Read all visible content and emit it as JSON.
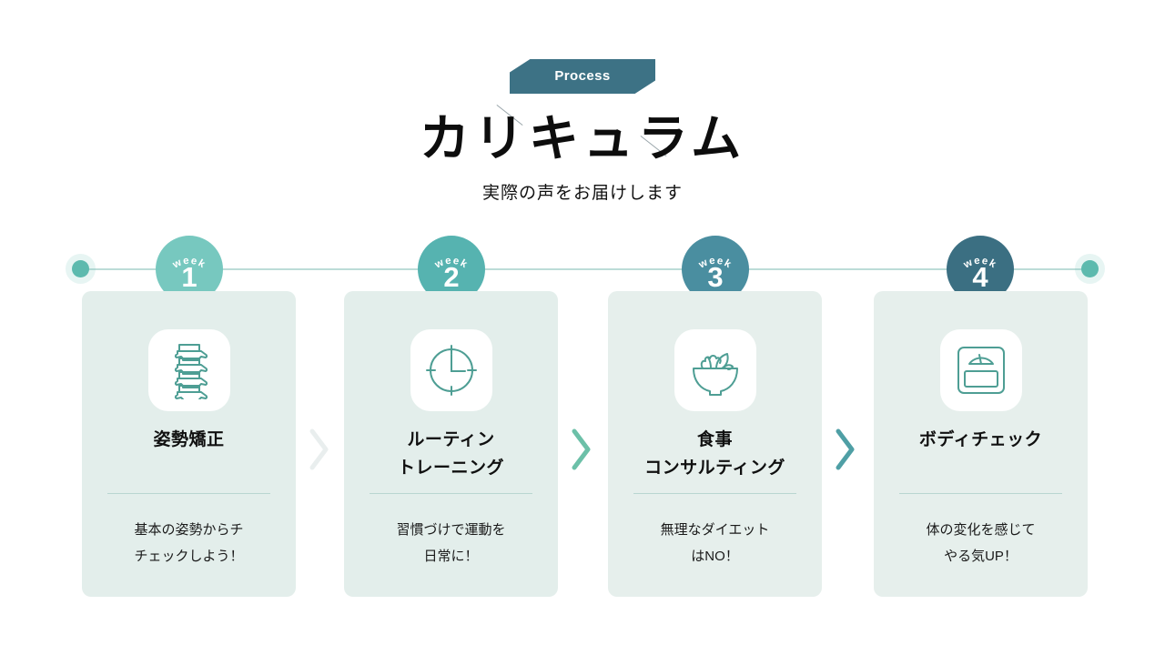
{
  "header": {
    "badge_label": "Process",
    "badge_color": "#3d7285",
    "title": "カリキュラム",
    "subtitle": "実際の声をお届けします"
  },
  "timeline": {
    "rail_color": "#bcdcd8",
    "endpoint_color": "#57b8ab",
    "week_word": "week",
    "steps": [
      {
        "number": "1",
        "color": "#77c8bf"
      },
      {
        "number": "2",
        "color": "#56b3b0"
      },
      {
        "number": "3",
        "color": "#4a8ea0"
      },
      {
        "number": "4",
        "color": "#3b6f82"
      }
    ]
  },
  "cards": [
    {
      "icon": "spine-icon",
      "title": "姿勢矯正",
      "body": "基本の姿勢からチ\nチェックしよう！"
    },
    {
      "icon": "clock-icon",
      "title": "ルーティン\nトレーニング",
      "body": "習慣づけで運動を\n日常に！"
    },
    {
      "icon": "salad-bowl-icon",
      "title": "食事\nコンサルティング",
      "body": "無理なダイエット\nはNO！"
    },
    {
      "icon": "body-scale-icon",
      "title": "ボディチェック",
      "body": "体の変化を感じて\nやる気UP！"
    }
  ],
  "separators": [
    {
      "color": "#e9eeee"
    },
    {
      "color": "#6cc0a8"
    },
    {
      "color": "#4f9fa5"
    }
  ],
  "theme": {
    "card_bg": "#e3eeeb",
    "icon_stroke": "#4e9e94",
    "divider": "#b9d6d1",
    "text": "#101010"
  }
}
